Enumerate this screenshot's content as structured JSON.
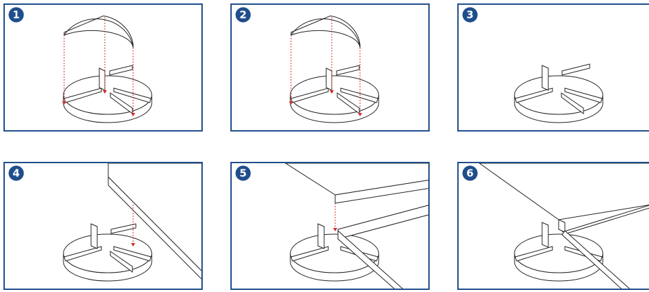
{
  "steps": [
    {
      "number": "1"
    },
    {
      "number": "2"
    },
    {
      "number": "3"
    },
    {
      "number": "4"
    },
    {
      "number": "5"
    },
    {
      "number": "6"
    }
  ],
  "colors": {
    "border": "#1f4e8c",
    "badge": "#1f4e8c",
    "arrow": "#d42a2a",
    "line": "#222222"
  }
}
